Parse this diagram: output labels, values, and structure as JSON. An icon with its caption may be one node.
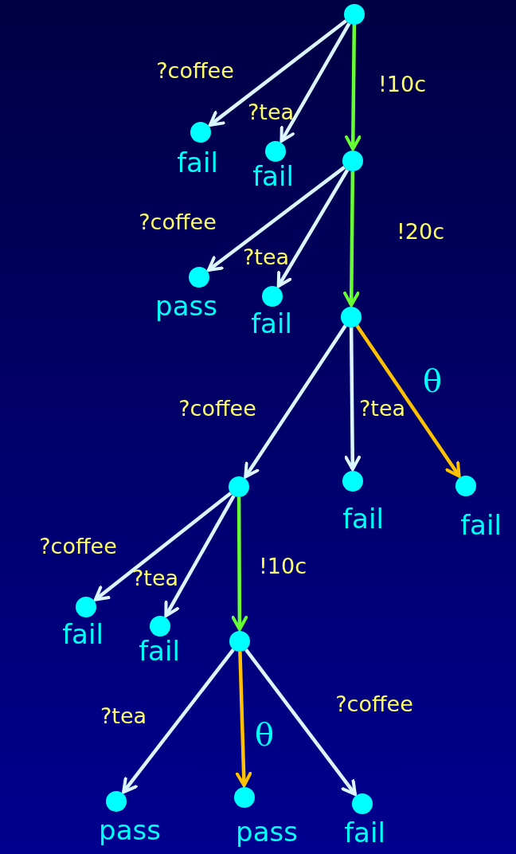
{
  "diagram": {
    "nodes": [
      {
        "text": [],
        "shape": "circle"
      },
      {
        "text": [
          "fail"
        ]
      },
      {
        "text": [
          "fail"
        ]
      },
      {
        "text": [],
        "shape": "circle"
      },
      {
        "text": [
          "pass"
        ]
      },
      {
        "text": [
          "fail"
        ]
      },
      {
        "text": [],
        "shape": "circle"
      },
      {
        "text": [],
        "shape": "circle"
      },
      {
        "text": [
          "fail"
        ]
      },
      {
        "text": [
          "fail"
        ]
      },
      {
        "text": [
          "fail"
        ]
      },
      {
        "text": [
          "fail"
        ]
      },
      {
        "text": [],
        "shape": "circle"
      },
      {
        "text": [
          "pass"
        ]
      },
      {
        "text": [
          "pass"
        ]
      },
      {
        "text": [
          "fail"
        ]
      }
    ],
    "edges": [
      {
        "from": 0,
        "to": 1,
        "arrow": "to",
        "label": "?coffee"
      },
      {
        "from": 0,
        "to": 2,
        "arrow": "to",
        "label": "?tea"
      },
      {
        "from": 0,
        "to": 3,
        "arrow": "to",
        "label": "!10c",
        "color": "#66ff33"
      },
      {
        "from": 3,
        "to": 4,
        "arrow": "to",
        "label": "?coffee"
      },
      {
        "from": 3,
        "to": 5,
        "arrow": "to",
        "label": "?tea"
      },
      {
        "from": 3,
        "to": 6,
        "arrow": "to",
        "label": "!20c",
        "color": "#66ff33"
      },
      {
        "from": 6,
        "to": 7,
        "arrow": "to",
        "label": "?coffee"
      },
      {
        "from": 6,
        "to": 8,
        "arrow": "to",
        "label": "?tea"
      },
      {
        "from": 6,
        "to": 9,
        "arrow": "to",
        "label": "θ",
        "color": "#ffc000"
      },
      {
        "from": 7,
        "to": 10,
        "arrow": "to",
        "label": "?coffee"
      },
      {
        "from": 7,
        "to": 11,
        "arrow": "to",
        "label": "?tea"
      },
      {
        "from": 7,
        "to": 12,
        "arrow": "to",
        "label": "!10c",
        "color": "#66ff33"
      },
      {
        "from": 12,
        "to": 13,
        "arrow": "to",
        "label": "?tea"
      },
      {
        "from": 12,
        "to": 14,
        "arrow": "to",
        "label": "θ",
        "color": "#ffc000"
      },
      {
        "from": 12,
        "to": 15,
        "arrow": "to",
        "label": "?coffee"
      }
    ]
  }
}
